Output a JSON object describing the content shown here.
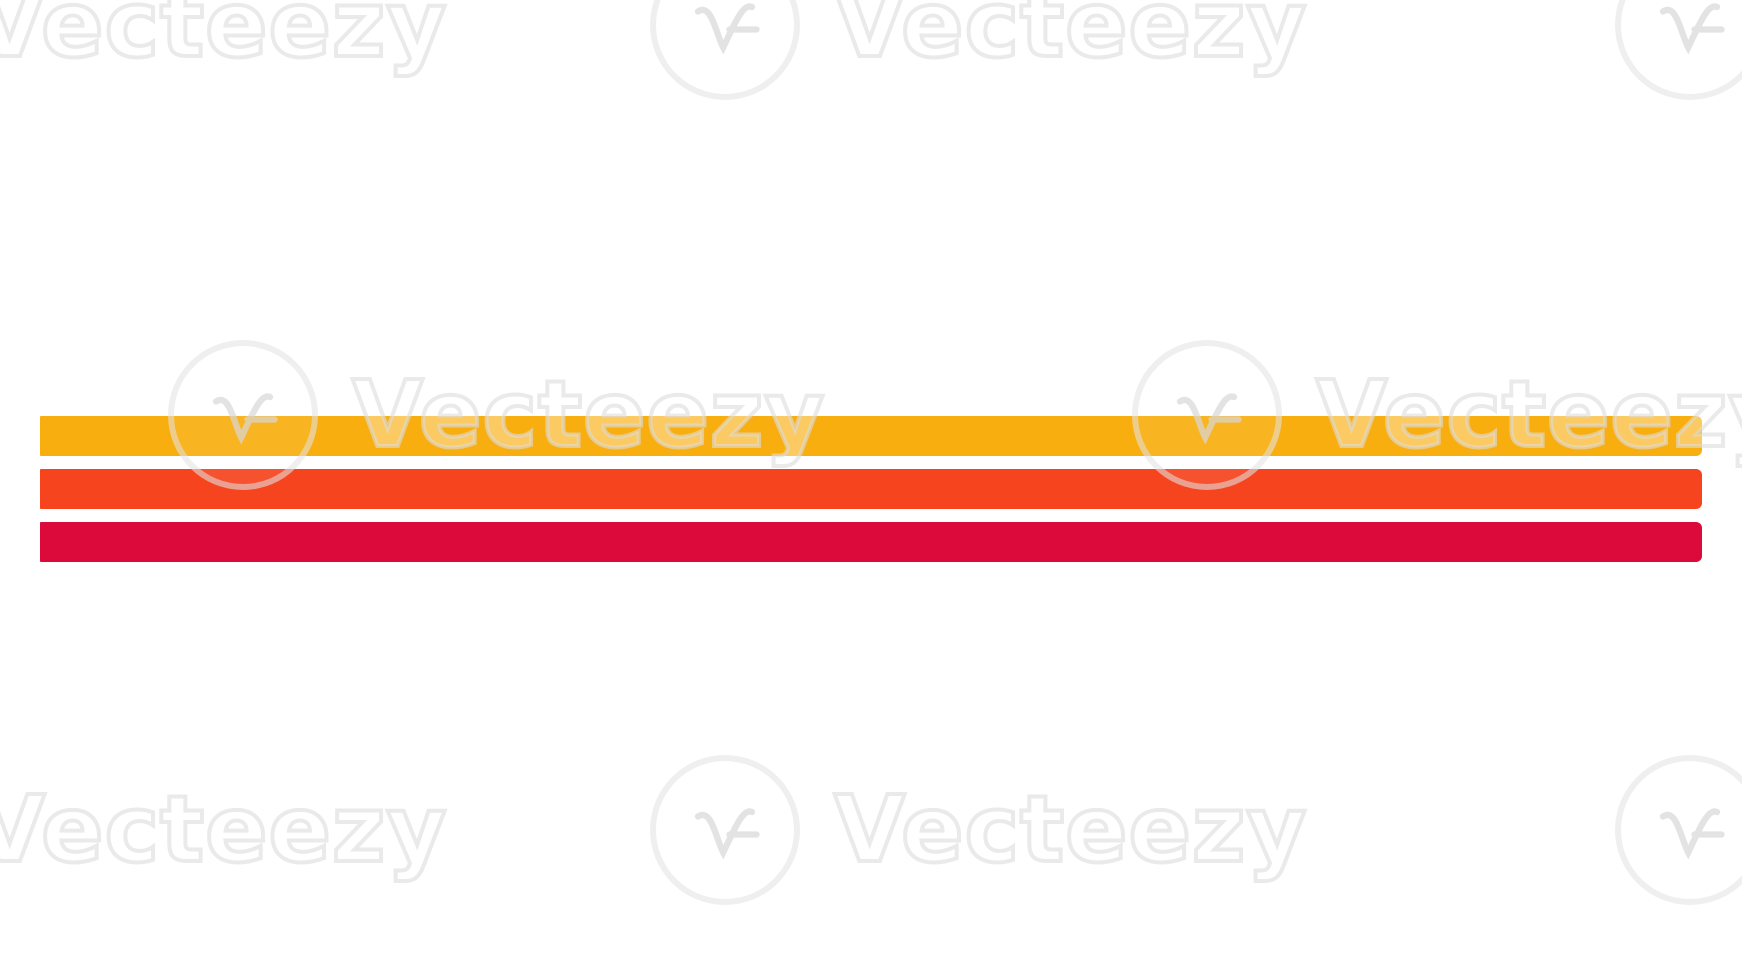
{
  "image": {
    "background": "#ffffff",
    "stripes": [
      {
        "name": "yellow-stripe",
        "color": "#F9AE10"
      },
      {
        "name": "orange-stripe",
        "color": "#F6441E"
      },
      {
        "name": "red-stripe",
        "color": "#DC0A3A"
      }
    ]
  },
  "watermark": {
    "text": "Vecteezy",
    "icon": "vecteezy-logo-icon"
  }
}
